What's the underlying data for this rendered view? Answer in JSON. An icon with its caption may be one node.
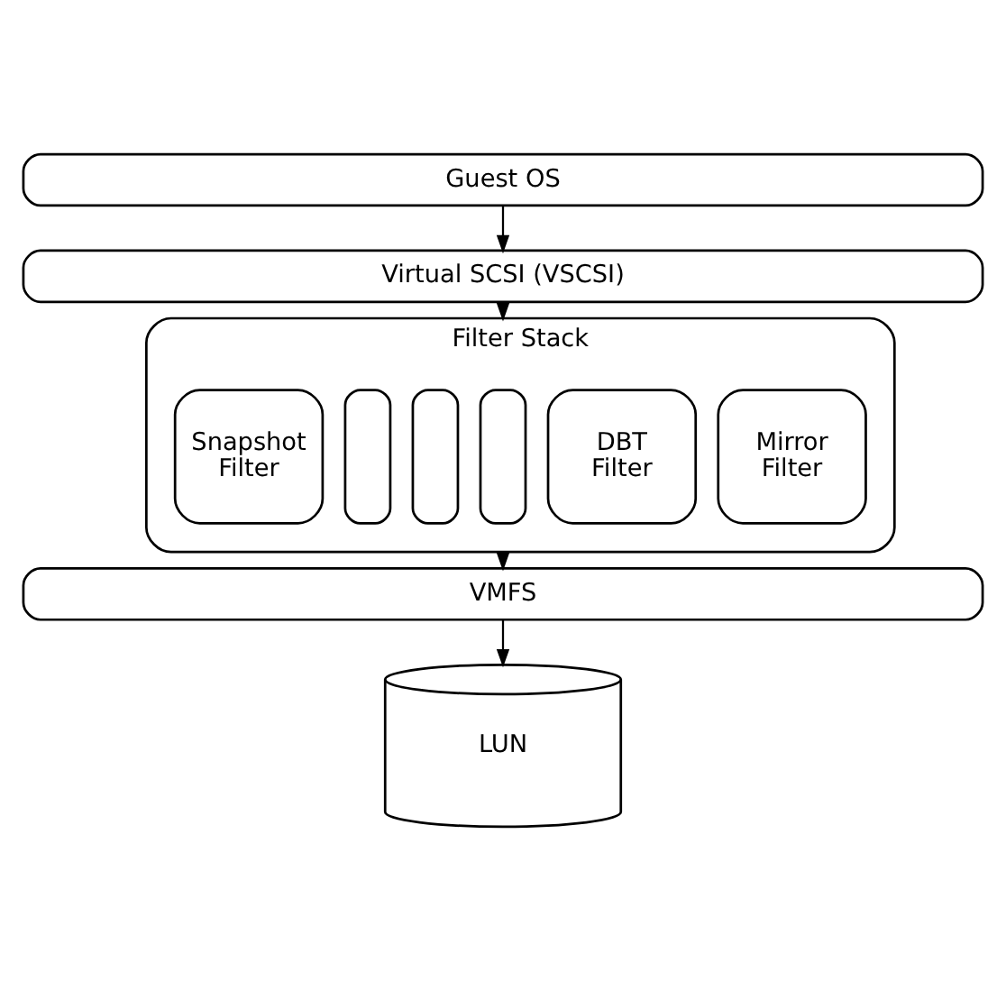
{
  "diagram": {
    "nodes": [
      {
        "text": [
          "Guest OS"
        ]
      },
      {
        "text": [
          "Virtual SCSI (VSCSI)"
        ]
      },
      {
        "text": [
          "Filter Stack"
        ]
      },
      {
        "text": [
          "Snapshot Filter"
        ],
        "in": 2
      },
      {
        "text": [],
        "shape": "box",
        "in": 2
      },
      {
        "text": [],
        "shape": "box",
        "in": 2
      },
      {
        "text": [],
        "shape": "box",
        "in": 2
      },
      {
        "text": [
          "DBT Filter"
        ],
        "in": 2
      },
      {
        "text": [
          "Mirror Filter"
        ],
        "in": 2
      },
      {
        "text": [
          "VMFS"
        ]
      },
      {
        "text": [
          "LUN"
        ]
      }
    ],
    "edges": [
      {
        "from": 0,
        "to": 1,
        "arrow": "to"
      },
      {
        "from": 1,
        "to": 2,
        "arrow": "to"
      },
      {
        "from": 2,
        "to": 9,
        "arrow": "to"
      },
      {
        "from": 9,
        "to": 10,
        "arrow": "to"
      }
    ]
  }
}
